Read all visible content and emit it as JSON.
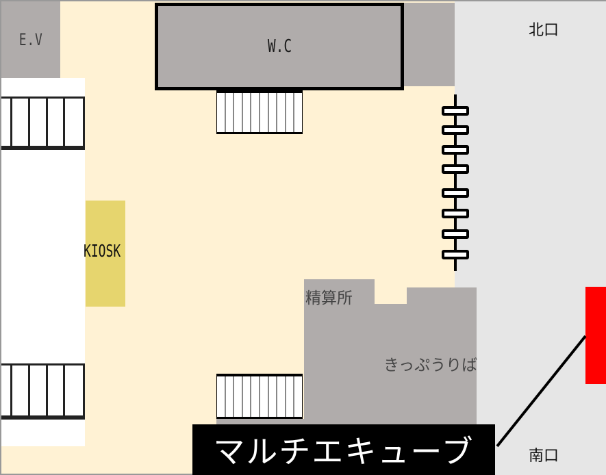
{
  "map": {
    "type": "station-floor-plan",
    "colors": {
      "concourse": "#fff2d4",
      "facility": "#b0acab",
      "exit_area": "#e6e6e6",
      "kiosk": "#e6d56e",
      "highlight": "#ff0000",
      "label_box": "#000000"
    }
  },
  "facilities": {
    "elevator": "E.V",
    "restroom": "W.C",
    "kiosk": "KIOSK",
    "fare_adjustment": "精算所",
    "ticket_office": "きっぷうりば"
  },
  "exits": {
    "north": "北口",
    "south": "南口"
  },
  "callout": {
    "label": "マルチエキューブ",
    "icon": "leader-line"
  },
  "ticket_gates": {
    "count": 8
  },
  "stairs": {
    "upper_left": "staircase-icon",
    "lower_left": "staircase-icon",
    "escalator_top": "escalator-icon",
    "escalator_bottom": "escalator-icon"
  }
}
